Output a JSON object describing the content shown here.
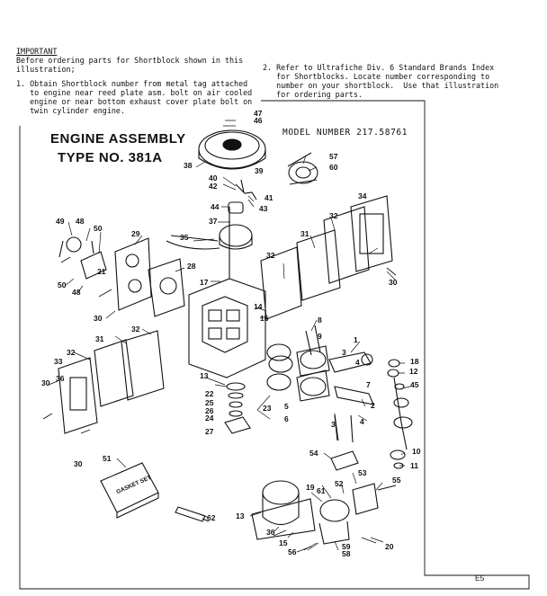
{
  "notes": {
    "heading": "IMPORTANT",
    "intro_lines": [
      "Before ordering parts for Shortblock shown in this",
      "illustration;"
    ],
    "item1_lines": [
      "1. Obtain Shortblock number from metal tag attached",
      "   to engine near reed plate asm. bolt on air cooled",
      "   engine or near bottom exhaust cover plate bolt on",
      "   twin cylinder engine."
    ],
    "item2_lines": [
      "2. Refer to Ultrafiche Div. 6 Standard Brands Index",
      "   for Shortblocks. Locate number corresponding to",
      "   number on your shortblock.  Use that illustration",
      "   for ordering parts."
    ]
  },
  "title_lines": [
    "ENGINE ASSEMBLY",
    "TYPE NO. 381A"
  ],
  "model_number": "MODEL NUMBER 217.58761",
  "gasket_label": "GASKET SET",
  "page_code": "E5",
  "part_labels": [
    {
      "id": "47",
      "text": "47"
    },
    {
      "id": "46",
      "text": "46"
    },
    {
      "id": "57",
      "text": "57"
    },
    {
      "id": "60",
      "text": "60"
    },
    {
      "id": "38",
      "text": "38"
    },
    {
      "id": "39",
      "text": "39"
    },
    {
      "id": "40",
      "text": "40"
    },
    {
      "id": "42",
      "text": "42"
    },
    {
      "id": "41",
      "text": "41"
    },
    {
      "id": "43",
      "text": "43"
    },
    {
      "id": "44",
      "text": "44"
    },
    {
      "id": "37",
      "text": "37"
    },
    {
      "id": "34",
      "text": "34"
    },
    {
      "id": "32a",
      "text": "32"
    },
    {
      "id": "49a",
      "text": "49"
    },
    {
      "id": "48a",
      "text": "48"
    },
    {
      "id": "50",
      "text": "50"
    },
    {
      "id": "29",
      "text": "29"
    },
    {
      "id": "35",
      "text": "35"
    },
    {
      "id": "31a",
      "text": "31"
    },
    {
      "id": "21",
      "text": "21"
    },
    {
      "id": "28",
      "text": "28"
    },
    {
      "id": "32b",
      "text": "32"
    },
    {
      "id": "30a",
      "text": "30"
    },
    {
      "id": "50b",
      "text": "50"
    },
    {
      "id": "48b",
      "text": "48"
    },
    {
      "id": "17",
      "text": "17"
    },
    {
      "id": "14",
      "text": "14"
    },
    {
      "id": "16",
      "text": "16"
    },
    {
      "id": "30b",
      "text": "30"
    },
    {
      "id": "8",
      "text": "8"
    },
    {
      "id": "31b",
      "text": "31"
    },
    {
      "id": "32c",
      "text": "32"
    },
    {
      "id": "1",
      "text": "1"
    },
    {
      "id": "32d",
      "text": "32"
    },
    {
      "id": "33",
      "text": "33"
    },
    {
      "id": "13a",
      "text": "13"
    },
    {
      "id": "3",
      "text": "3"
    },
    {
      "id": "18",
      "text": "18"
    },
    {
      "id": "12",
      "text": "12"
    },
    {
      "id": "4a",
      "text": "4"
    },
    {
      "id": "30c",
      "text": "30"
    },
    {
      "id": "36",
      "text": "36"
    },
    {
      "id": "22",
      "text": "22"
    },
    {
      "id": "45",
      "text": "45"
    },
    {
      "id": "25",
      "text": "25"
    },
    {
      "id": "26",
      "text": "26"
    },
    {
      "id": "24",
      "text": "24"
    },
    {
      "id": "23",
      "text": "23"
    },
    {
      "id": "7",
      "text": "7"
    },
    {
      "id": "2",
      "text": "2"
    },
    {
      "id": "5",
      "text": "5"
    },
    {
      "id": "27",
      "text": "27"
    },
    {
      "id": "6",
      "text": "6"
    },
    {
      "id": "3b",
      "text": "3"
    },
    {
      "id": "4b",
      "text": "4"
    },
    {
      "id": "10",
      "text": "10"
    },
    {
      "id": "11",
      "text": "11"
    },
    {
      "id": "30d",
      "text": "30"
    },
    {
      "id": "54",
      "text": "54"
    },
    {
      "id": "51",
      "text": "51"
    },
    {
      "id": "53",
      "text": "53"
    },
    {
      "id": "19",
      "text": "19"
    },
    {
      "id": "61",
      "text": "61"
    },
    {
      "id": "52",
      "text": "52"
    },
    {
      "id": "55",
      "text": "55"
    },
    {
      "id": "62",
      "text": "62"
    },
    {
      "id": "13b",
      "text": "13"
    },
    {
      "id": "36b",
      "text": "36"
    },
    {
      "id": "15",
      "text": "15"
    },
    {
      "id": "58",
      "text": "58"
    },
    {
      "id": "56",
      "text": "56"
    },
    {
      "id": "59",
      "text": "59"
    },
    {
      "id": "20",
      "text": "20"
    },
    {
      "id": "9",
      "text": "9"
    }
  ]
}
